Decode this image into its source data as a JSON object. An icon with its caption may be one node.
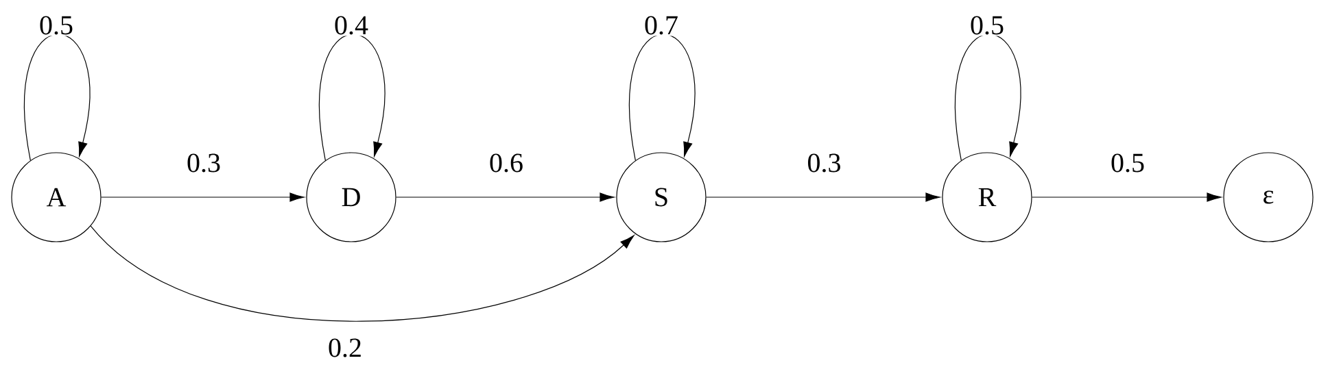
{
  "diagram": {
    "nodes": [
      {
        "text": [
          "A"
        ]
      },
      {
        "text": [
          "D"
        ]
      },
      {
        "text": [
          "S"
        ]
      },
      {
        "text": [
          "R"
        ]
      },
      {
        "text": [
          "ε"
        ]
      }
    ],
    "edges": [
      {
        "from": 0,
        "to": 0,
        "arrow": "to",
        "label": "0.5"
      },
      {
        "from": 1,
        "to": 1,
        "arrow": "to",
        "label": "0.4"
      },
      {
        "from": 2,
        "to": 2,
        "arrow": "to",
        "label": "0.7"
      },
      {
        "from": 3,
        "to": 3,
        "arrow": "to",
        "label": "0.5"
      },
      {
        "from": 0,
        "to": 1,
        "arrow": "to",
        "label": "0.3"
      },
      {
        "from": 1,
        "to": 2,
        "arrow": "to",
        "label": "0.6"
      },
      {
        "from": 2,
        "to": 3,
        "arrow": "to",
        "label": "0.3"
      },
      {
        "from": 3,
        "to": 4,
        "arrow": "to",
        "label": "0.5"
      },
      {
        "from": 0,
        "to": 2,
        "arrow": "to",
        "label": "0.2"
      }
    ]
  }
}
